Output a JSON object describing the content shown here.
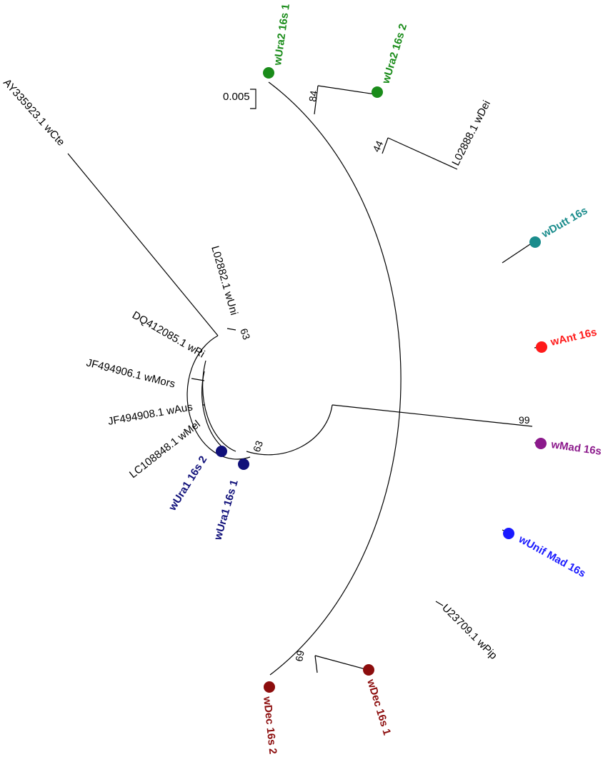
{
  "scale_bar": {
    "label": "0.005"
  },
  "colors": {
    "green": "#1a8c1a",
    "teal": "#1a8c8c",
    "red": "#ff1a1a",
    "purple": "#8c1a8c",
    "blue": "#1a1aff",
    "dark_red": "#8c0d0d",
    "navy": "#10107a"
  },
  "taxa": {
    "wUra2_16s_1": "wUra2 16s 1",
    "wUra2_16s_2": "wUra2 16s 2",
    "wDei": "L02888.1 wDei",
    "wDutt": "wDutt 16s",
    "wAnt": "wAnt 16s",
    "wMad": "wMad 16s",
    "wUnifMad": "wUnif Mad 16s",
    "wPip": "U23709.1 wPip",
    "wDec_16s_1": "wDec 16s 1",
    "wDec_16s_2": "wDec 16s 2",
    "wCte": "AY335923.1 wCte",
    "wUni": "L02882.1 wUni",
    "wRi": "DQ412085.1 wRi",
    "wMors": "JF494906.1 wMors",
    "wAus": "JF494908.1 wAus",
    "wMel": "LC108848.1 wMel",
    "wUra1_16s_2": "wUra1 16s 2",
    "wUra1_16s_1": "wUra1 16s 1"
  },
  "bootstrap": {
    "b84": "84",
    "b44": "44",
    "b99": "99",
    "b69": "69",
    "b63_top": "63",
    "b63_bottom": "63"
  }
}
